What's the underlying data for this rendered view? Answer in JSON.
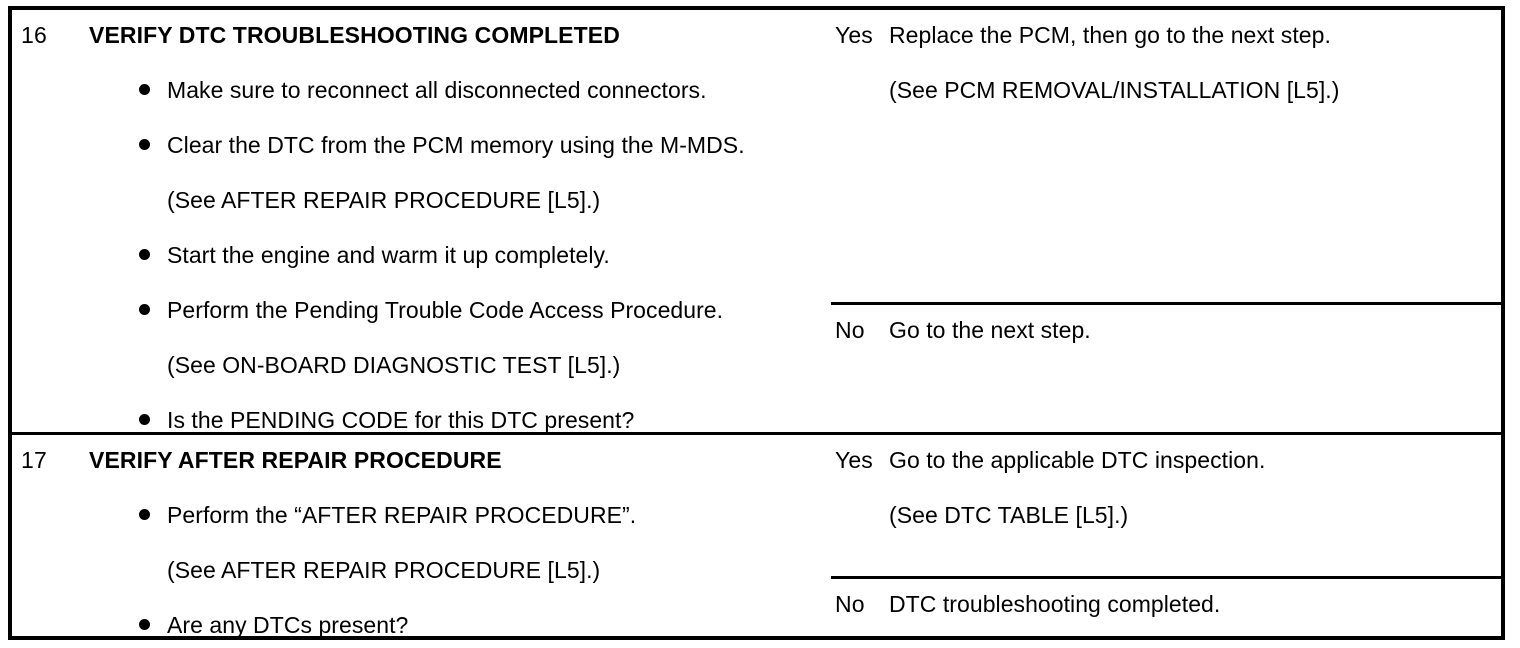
{
  "document": {
    "type": "diagnostic-troubleshooting-table",
    "columns": [
      "step",
      "procedure",
      "answer",
      "action"
    ]
  },
  "rows": [
    {
      "step": "16",
      "title": "VERIFY DTC TROUBLESHOOTING COMPLETED",
      "lines": [
        {
          "bullet": true,
          "text": "Make sure to reconnect all disconnected connectors."
        },
        {
          "bullet": true,
          "text": "Clear the DTC from the PCM memory using the M-MDS."
        },
        {
          "bullet": false,
          "text": "(See AFTER REPAIR PROCEDURE [L5].)"
        },
        {
          "bullet": true,
          "text": "Start the engine and warm it up completely."
        },
        {
          "bullet": true,
          "text": "Perform the Pending Trouble Code Access Procedure."
        },
        {
          "bullet": false,
          "text": "(See ON-BOARD DIAGNOSTIC TEST [L5].)"
        },
        {
          "bullet": true,
          "text": "Is the PENDING CODE for this DTC present?"
        }
      ],
      "answers": [
        {
          "label": "Yes",
          "action_lines": [
            "Replace the PCM, then go to the next step.",
            "(See PCM REMOVAL/INSTALLATION [L5].)"
          ]
        },
        {
          "label": "No",
          "action_lines": [
            "Go to the next step."
          ]
        }
      ]
    },
    {
      "step": "17",
      "title": "VERIFY AFTER REPAIR PROCEDURE",
      "lines": [
        {
          "bullet": true,
          "text": "Perform the “AFTER REPAIR PROCEDURE”."
        },
        {
          "bullet": false,
          "text": "(See AFTER REPAIR PROCEDURE [L5].)"
        },
        {
          "bullet": true,
          "text": "Are any DTCs present?"
        }
      ],
      "answers": [
        {
          "label": "Yes",
          "action_lines": [
            "Go to the applicable DTC inspection.",
            "(See DTC TABLE [L5].)"
          ]
        },
        {
          "label": "No",
          "action_lines": [
            "DTC troubleshooting completed."
          ]
        }
      ]
    }
  ]
}
